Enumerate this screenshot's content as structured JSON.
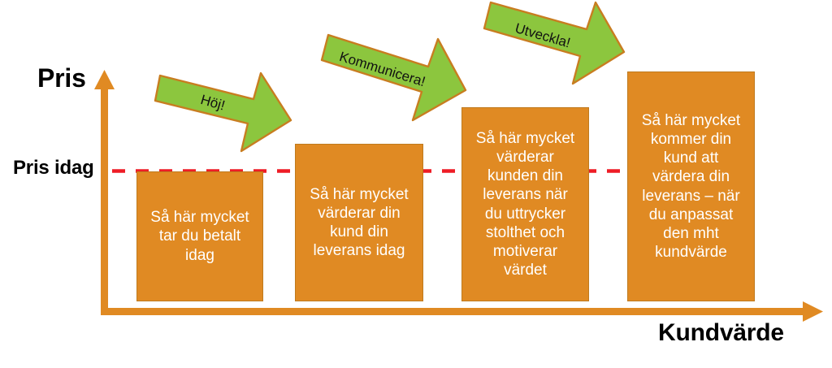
{
  "chart_data": {
    "type": "bar",
    "title": "",
    "xlabel": "Kundvärde",
    "ylabel": "Pris",
    "reference_line_label": "Pris idag",
    "grid": false,
    "legend": "none",
    "categories": [
      "Så här mycket tar du betalt idag",
      "Så här mycket värderar din kund din leverans idag",
      "Så här mycket värderar kunden din leverans när du uttrycker stolthet och motiverar värdet",
      "Så här mycket kommer din kund att värdera din leverans – när du anpassat den mht kundvärde"
    ],
    "values": [
      1.0,
      1.2,
      1.5,
      1.78
    ],
    "annotations": [
      "Höj!",
      "Kommunicera!",
      "Utveckla!"
    ]
  },
  "axes": {
    "y_label": "Pris",
    "x_label": "Kundvärde",
    "reference_label": "Pris idag",
    "axis_color": "#E08A23",
    "reference_line_color": "#EE1C25"
  },
  "bars": [
    {
      "id": "bar-pris-idag",
      "text": "Så här mycket\ntar du betalt\nidag",
      "fill": "#E08A23"
    },
    {
      "id": "bar-kundvarde-idag",
      "text": "Så här mycket\nvärderar din\nkund din\nleverans idag",
      "fill": "#E08A23"
    },
    {
      "id": "bar-kommunicerat-varde",
      "text": "Så här mycket\nvärderar\nkunden din\nleverans när\ndu uttrycker\nstolthet och\nmotiverar\nvärdet",
      "fill": "#E08A23"
    },
    {
      "id": "bar-utvecklat-varde",
      "text": "Så här mycket\nkommer din\nkund att\nvärdera din\nleverans – när\ndu anpassat\nden mht\nkundvärde",
      "fill": "#E08A23"
    }
  ],
  "arrows": [
    {
      "id": "arrow-hoj",
      "label": "Höj!",
      "fill": "#8CC63E",
      "stroke": "#C87D20"
    },
    {
      "id": "arrow-kommunicera",
      "label": "Kommunicera!",
      "fill": "#8CC63E",
      "stroke": "#C87D20"
    },
    {
      "id": "arrow-utveckla",
      "label": "Utveckla!",
      "fill": "#8CC63E",
      "stroke": "#C87D20"
    }
  ]
}
